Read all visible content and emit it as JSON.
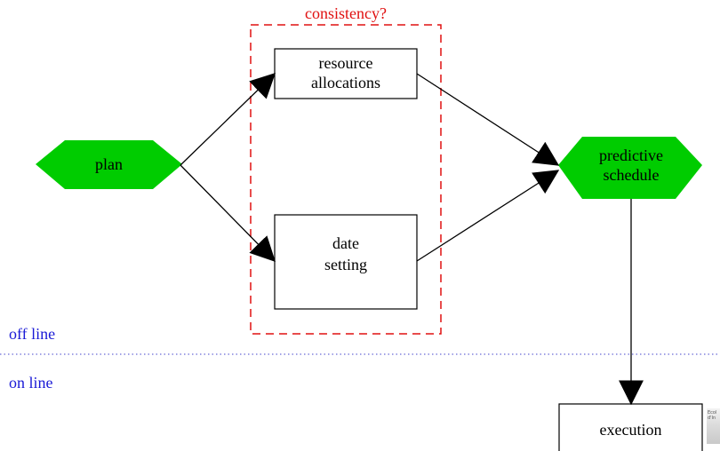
{
  "nodes": {
    "plan": "plan",
    "resource_allocations": [
      "resource",
      "allocations"
    ],
    "date_setting": [
      "date",
      "setting"
    ],
    "predictive_schedule": [
      "predictive",
      "schedule"
    ],
    "execution": "execution"
  },
  "group_label": "consistency?",
  "zones": {
    "off_line": "off line",
    "on_line": "on line"
  },
  "corner_logo_text": [
    "Ecol",
    "d'In"
  ],
  "colors": {
    "hexagon_fill": "#00cc00",
    "group_border": "#e01010",
    "zone_text": "#1a1ad6",
    "separator": "#4444cc"
  }
}
